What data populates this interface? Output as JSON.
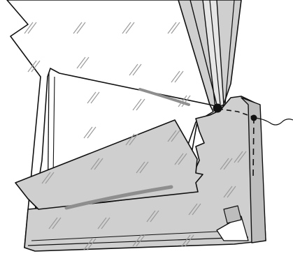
{
  "figure": {
    "colors": {
      "background": "#ffffff",
      "glass_hatch": "#9a9a9a",
      "paper_white": "#ffffff",
      "paper_gray": "#cfcfcf",
      "paper_gray_dark": "#bdbdbd",
      "ink": "#111111",
      "shadow": "#8e8e8e"
    },
    "elements": {
      "glass_sheet": "glass-sheet",
      "pivot_point_left": "pivot-point",
      "pivot_point_right": "pivot-point",
      "fold_line": "dashed-fold-line",
      "squiggle_line": "squiggle-callout-line"
    }
  }
}
